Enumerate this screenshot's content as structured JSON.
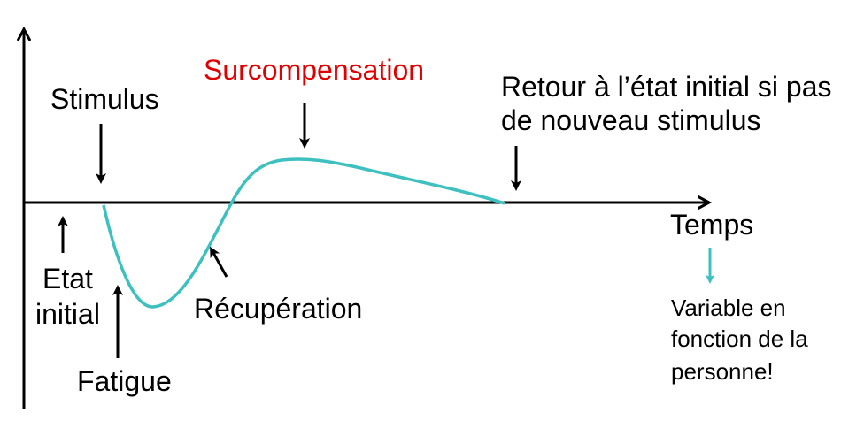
{
  "labels": {
    "stimulus": "Stimulus",
    "surcompensation": "Surcompensation",
    "retour_line1": "Retour à l’état initial si pas",
    "retour_line2": "de nouveau stimulus",
    "temps": "Temps",
    "etat_line1": "Etat",
    "etat_line2": "initial",
    "fatigue": "Fatigue",
    "recuperation": "Récupération",
    "variable_line1": "Variable en",
    "variable_line2": "fonction de la",
    "variable_line3": "personne!"
  },
  "colors": {
    "curve": "#3fc0c0",
    "highlight": "#e00000",
    "ink": "#000000"
  }
}
